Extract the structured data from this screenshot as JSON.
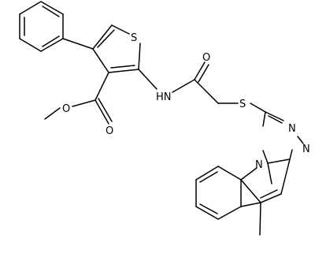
{
  "diagram": {
    "type": "chemical-structure",
    "atom_labels": {
      "thiophene_sulfur": "S",
      "amide_nitrogen": "HN",
      "amide_oxygen": "O",
      "thioether_sulfur": "S",
      "ester_carbonyl_oxygen": "O",
      "ester_ether_oxygen": "O",
      "triazole_n_upper": "N",
      "triazole_n_lower": "N",
      "fused_ring_nitrogen": "N"
    }
  }
}
